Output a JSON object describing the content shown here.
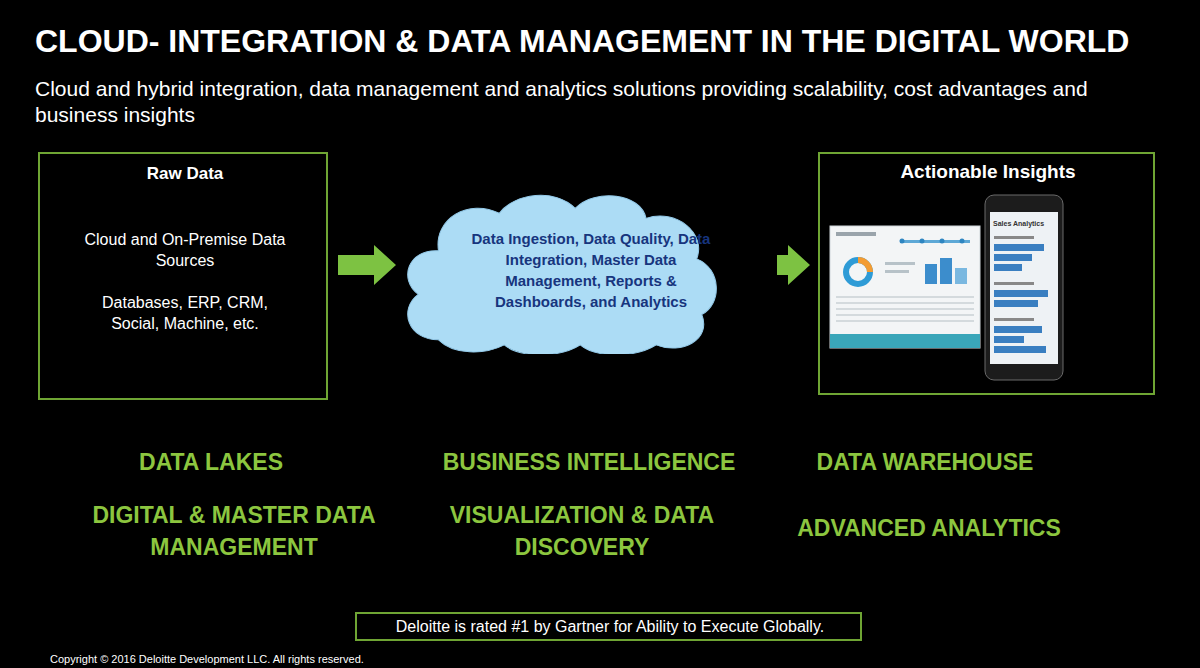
{
  "diagram": {
    "title": "CLOUD- INTEGRATION & DATA MANAGEMENT IN THE DIGITAL WORLD",
    "caption": "Cloud and hybrid integration, data management and analytics solutions providing scalability, cost advantages and business insights",
    "nodes": [
      {
        "text": [
          "Raw Data",
          "Cloud and On-Premise Data Sources",
          "Databases, ERP, CRM, Social, Machine, etc."
        ]
      },
      {
        "text": [
          "Data Ingestion, Data Quality, Data Integration, Master Data Management, Reports & Dashboards, and Analytics"
        ]
      },
      {
        "text": [
          "Actionable Insights"
        ]
      },
      {
        "text": [
          "Deloitte is rated #1 by Gartner for Ability to Execute Globally."
        ]
      }
    ],
    "edges": [
      {
        "from": 0,
        "to": 1,
        "arrow": "to"
      },
      {
        "from": 1,
        "to": 2,
        "arrow": "to"
      }
    ],
    "labels": [
      "DATA LAKES",
      "BUSINESS INTELLIGENCE",
      "DATA WAREHOUSE",
      "DIGITAL & MASTER DATA MANAGEMENT",
      "VISUALIZATION & DATA DISCOVERY",
      "ADVANCED ANALYTICS",
      "Sales Analytics",
      "Copyright © 2016 Deloitte Development LLC. All rights reserved."
    ]
  }
}
